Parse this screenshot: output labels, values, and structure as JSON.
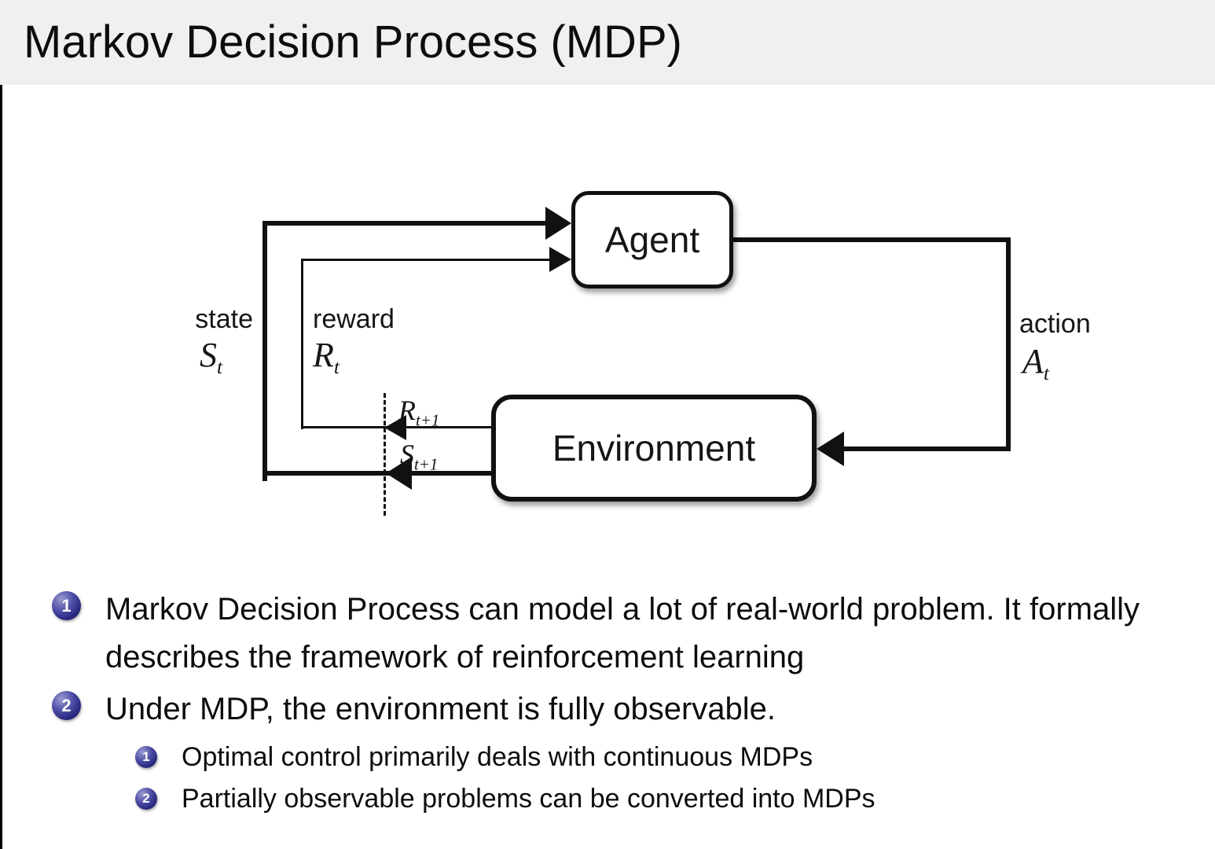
{
  "title": "Markov Decision Process (MDP)",
  "diagram": {
    "agent": "Agent",
    "environment": "Environment",
    "labels": {
      "state": "state",
      "reward": "reward",
      "action": "action"
    },
    "math": {
      "state_t": {
        "base": "S",
        "sub": "t"
      },
      "reward_t": {
        "base": "R",
        "sub": "t"
      },
      "action_t": {
        "base": "A",
        "sub": "t"
      },
      "reward_t_plus_1": {
        "base": "R",
        "sub": "t+1"
      },
      "state_t_plus_1": {
        "base": "S",
        "sub": "t+1"
      }
    }
  },
  "bullets": [
    {
      "number": "1",
      "text": "Markov Decision Process can model a lot of real-world problem. It formally describes the framework of reinforcement learning",
      "children": []
    },
    {
      "number": "2",
      "text": "Under MDP, the environment is fully observable.",
      "children": [
        {
          "number": "1",
          "text": "Optimal control primarily deals with continuous MDPs"
        },
        {
          "number": "2",
          "text": "Partially observable problems can be converted into MDPs"
        }
      ]
    }
  ],
  "colors": {
    "titlebar_bg": "#f0f0f0",
    "ball_blue": "#17176a",
    "stroke": "#111111",
    "body_bg": "#ffffff"
  }
}
